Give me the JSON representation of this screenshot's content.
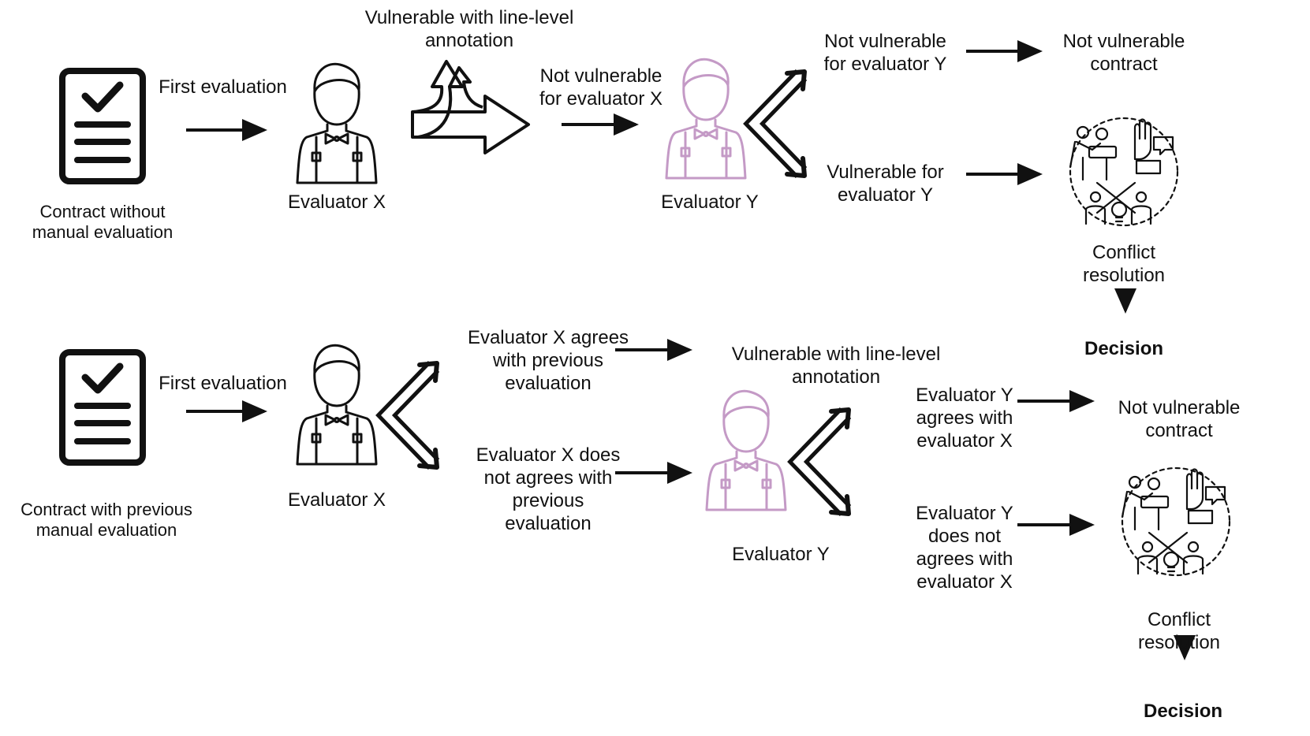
{
  "top_flow": {
    "source_caption": "Contract without\nmanual evaluation",
    "first_evaluation": "First evaluation",
    "evaluator_x": "Evaluator X",
    "vulnerable_annotation": "Vulnerable with line-level\nannotation",
    "not_vulnerable_x": "Not vulnerable\nfor evaluator X",
    "evaluator_y": "Evaluator Y",
    "not_vulnerable_y": "Not vulnerable\nfor evaluator Y",
    "vulnerable_y": "Vulnerable for\nevaluator Y",
    "outcome_not_vulnerable": "Not vulnerable\ncontract",
    "conflict_resolution": "Conflict\nresolution",
    "decision": "Decision"
  },
  "bottom_flow": {
    "source_caption": "Contract with previous\nmanual evaluation",
    "first_evaluation": "First evaluation",
    "evaluator_x": "Evaluator X",
    "x_agrees": "Evaluator X agrees\nwith previous\nevaluation",
    "x_disagrees": "Evaluator X does\nnot agrees with\nprevious\nevaluation",
    "vulnerable_annotation": "Vulnerable with line-level\nannotation",
    "evaluator_y": "Evaluator Y",
    "y_agrees": "Evaluator Y\nagrees with\nevaluator X",
    "y_disagrees": "Evaluator Y\ndoes not\nagrees with\nevaluator X",
    "outcome_not_vulnerable": "Not vulnerable\ncontract",
    "conflict_resolution": "Conflict\nresolution",
    "decision": "Decision"
  },
  "colors": {
    "ink": "#111111",
    "evaluator_y": "#c49ac6"
  },
  "icons": [
    "document-check-icon",
    "evaluator-icon",
    "split-arrow-icon",
    "fork-arrow-icon",
    "conflict-resolution-icon"
  ]
}
